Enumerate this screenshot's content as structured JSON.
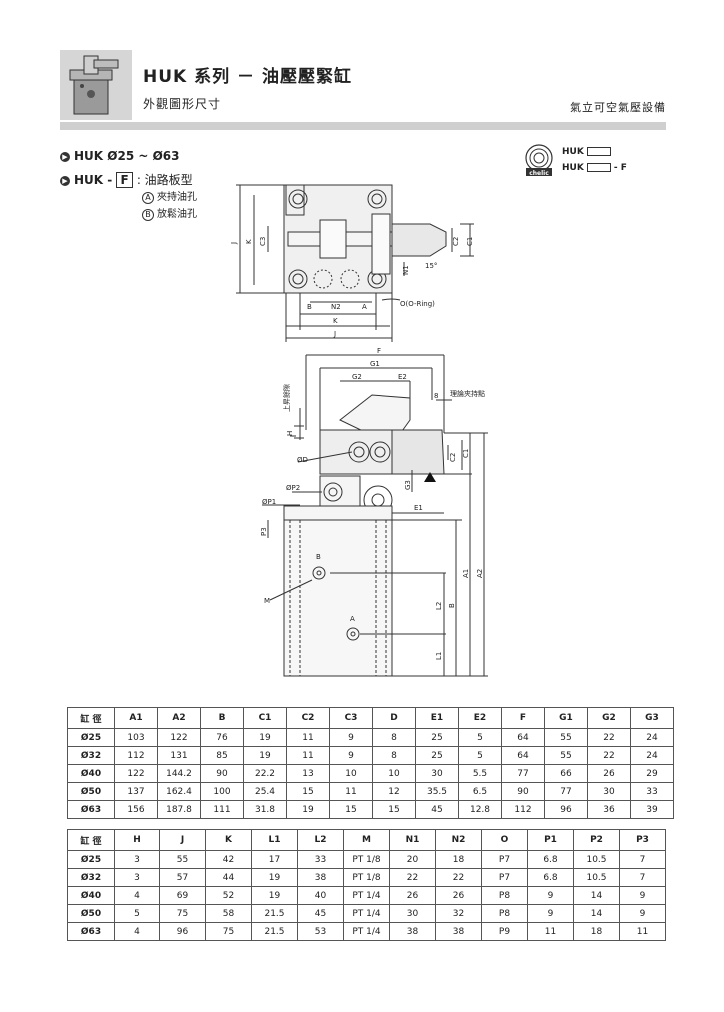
{
  "header": {
    "title": "HUK 系列 － 油壓壓緊缸",
    "subtitle": "外觀圖形尺寸",
    "company": "氣立可空氣壓設備"
  },
  "series": {
    "line1": "HUK  Ø25 ~ Ø63",
    "line2_prefix": "HUK -",
    "line2_code": "F",
    "line2_suffix": ": 油路板型",
    "port_a_letter": "A",
    "port_a_label": "夾持油孔",
    "port_b_letter": "B",
    "port_b_label": "放鬆油孔"
  },
  "legend": {
    "symbol_text": "chelic",
    "row1_label": "HUK",
    "row2_label": "HUK",
    "row2_suffix": "- F"
  },
  "drawing_labels": {
    "J": "J",
    "K": "K",
    "C3": "C3",
    "C2": "C2",
    "C1": "C1",
    "N1": "N1",
    "N2": "N2",
    "angle": "15°",
    "B": "B",
    "A": "A",
    "O": "O(O-Ring)",
    "F": "F",
    "G1": "G1",
    "G2": "G2",
    "E2": "E2",
    "eight": "8",
    "theory": "理論夾持點",
    "lift": "上昇餘隙",
    "H": "H",
    "D": "ØD",
    "P2": "ØP2",
    "P1": "ØP1",
    "P3": "P3",
    "G3": "G3",
    "E1": "E1",
    "M": "M",
    "L2": "L2",
    "L1": "L1",
    "A1": "A1",
    "A2": "A2"
  },
  "table1": {
    "headers": [
      "缸 徑",
      "A1",
      "A2",
      "B",
      "C1",
      "C2",
      "C3",
      "D",
      "E1",
      "E2",
      "F",
      "G1",
      "G2",
      "G3"
    ],
    "rows": [
      [
        "Ø25",
        "103",
        "122",
        "76",
        "19",
        "11",
        "9",
        "8",
        "25",
        "5",
        "64",
        "55",
        "22",
        "24"
      ],
      [
        "Ø32",
        "112",
        "131",
        "85",
        "19",
        "11",
        "9",
        "8",
        "25",
        "5",
        "64",
        "55",
        "22",
        "24"
      ],
      [
        "Ø40",
        "122",
        "144.2",
        "90",
        "22.2",
        "13",
        "10",
        "10",
        "30",
        "5.5",
        "77",
        "66",
        "26",
        "29"
      ],
      [
        "Ø50",
        "137",
        "162.4",
        "100",
        "25.4",
        "15",
        "11",
        "12",
        "35.5",
        "6.5",
        "90",
        "77",
        "30",
        "33"
      ],
      [
        "Ø63",
        "156",
        "187.8",
        "111",
        "31.8",
        "19",
        "15",
        "15",
        "45",
        "12.8",
        "112",
        "96",
        "36",
        "39"
      ]
    ]
  },
  "table2": {
    "headers": [
      "缸 徑",
      "H",
      "J",
      "K",
      "L1",
      "L2",
      "M",
      "N1",
      "N2",
      "O",
      "P1",
      "P2",
      "P3"
    ],
    "rows": [
      [
        "Ø25",
        "3",
        "55",
        "42",
        "17",
        "33",
        "PT 1/8",
        "20",
        "18",
        "P7",
        "6.8",
        "10.5",
        "7"
      ],
      [
        "Ø32",
        "3",
        "57",
        "44",
        "19",
        "38",
        "PT 1/8",
        "22",
        "22",
        "P7",
        "6.8",
        "10.5",
        "7"
      ],
      [
        "Ø40",
        "4",
        "69",
        "52",
        "19",
        "40",
        "PT 1/4",
        "26",
        "26",
        "P8",
        "9",
        "14",
        "9"
      ],
      [
        "Ø50",
        "5",
        "75",
        "58",
        "21.5",
        "45",
        "PT 1/4",
        "30",
        "32",
        "P8",
        "9",
        "14",
        "9"
      ],
      [
        "Ø63",
        "4",
        "96",
        "75",
        "21.5",
        "53",
        "PT 1/4",
        "38",
        "38",
        "P9",
        "11",
        "18",
        "11"
      ]
    ]
  }
}
